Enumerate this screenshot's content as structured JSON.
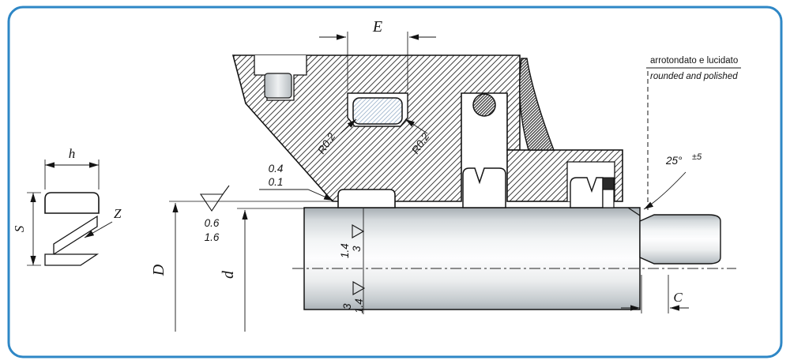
{
  "colors": {
    "border": "#2e87c6",
    "line": "#141414"
  },
  "seal_view": {
    "width_label": "h",
    "height_label": "S",
    "cut_label": "Z"
  },
  "main_view": {
    "groove_width_label": "E",
    "housing_bore_label": "D",
    "rod_diameter_label": "d",
    "chamfer_length_label": "C",
    "groove_radius_left": "R0.2",
    "groove_radius_right": "R0.2",
    "clearance_upper": "0.4",
    "clearance_lower": "0.1",
    "housing_roughness_upper": "0.6",
    "housing_roughness_lower": "1.6",
    "rod_roughness_top": [
      "1.4",
      "3"
    ],
    "rod_roughness_bottom": [
      "3",
      "1.4"
    ],
    "chamfer_angle": "25°",
    "chamfer_angle_tolerance": "±5",
    "rod_end_note_italian": "arrotondato e lucidato",
    "rod_end_note_english": "rounded and polished"
  }
}
